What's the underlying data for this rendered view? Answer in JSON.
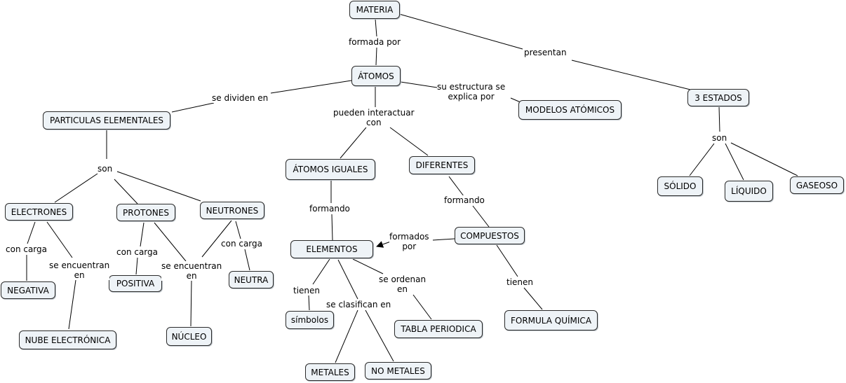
{
  "nodes": {
    "materia": "MATERIA",
    "atomos": "ÁTOMOS",
    "tres_estados": "3 ESTADOS",
    "particulas": "PARTICULAS ELEMENTALES",
    "modelos": "MODELOS ATÓMICOS",
    "atomos_iguales": "ÁTOMOS IGUALES",
    "diferentes": "DIFERENTES",
    "solido": "SÓLIDO",
    "liquido": "LÍQUIDO",
    "gaseoso": "GASEOSO",
    "electrones": "ELECTRONES",
    "protones": "PROTONES",
    "neutrones": "NEUTRONES",
    "elementos": "ELEMENTOS",
    "compuestos": "COMPUESTOS",
    "negativa": "NEGATIVA",
    "positiva": "POSITIVA",
    "neutra": "NEUTRA",
    "nube": "NUBE ELECTRÓNICA",
    "nucleo": "NÚCLEO",
    "simbolos": "símbolos",
    "tabla": "TABLA PERIODICA",
    "formula": "FORMULA QUÍMICA",
    "metales": "METALES",
    "no_metales": "NO METALES"
  },
  "labels": {
    "formada_por": "formada por",
    "presentan": "presentan",
    "se_dividen_en": "se dividen en",
    "su_estructura": "su estructura se\nexplica por",
    "pueden_interactuar": "pueden interactuar\ncon",
    "son_estados": "son",
    "son_particulas": "son",
    "formando_iguales": "formando",
    "formando_diferentes": "formando",
    "formados_por": "formados\npor",
    "con_carga_e": "con carga",
    "se_encuentran_e": "se encuentran\nen",
    "con_carga_p": "con carga",
    "se_encuentran_pn": "se encuentran\nen",
    "con_carga_n": "con carga",
    "tienen_elementos": "tienen",
    "se_clasifican": "se clasifican en",
    "se_ordenan": "se ordenan\nen",
    "tienen_compuestos": "tienen"
  }
}
